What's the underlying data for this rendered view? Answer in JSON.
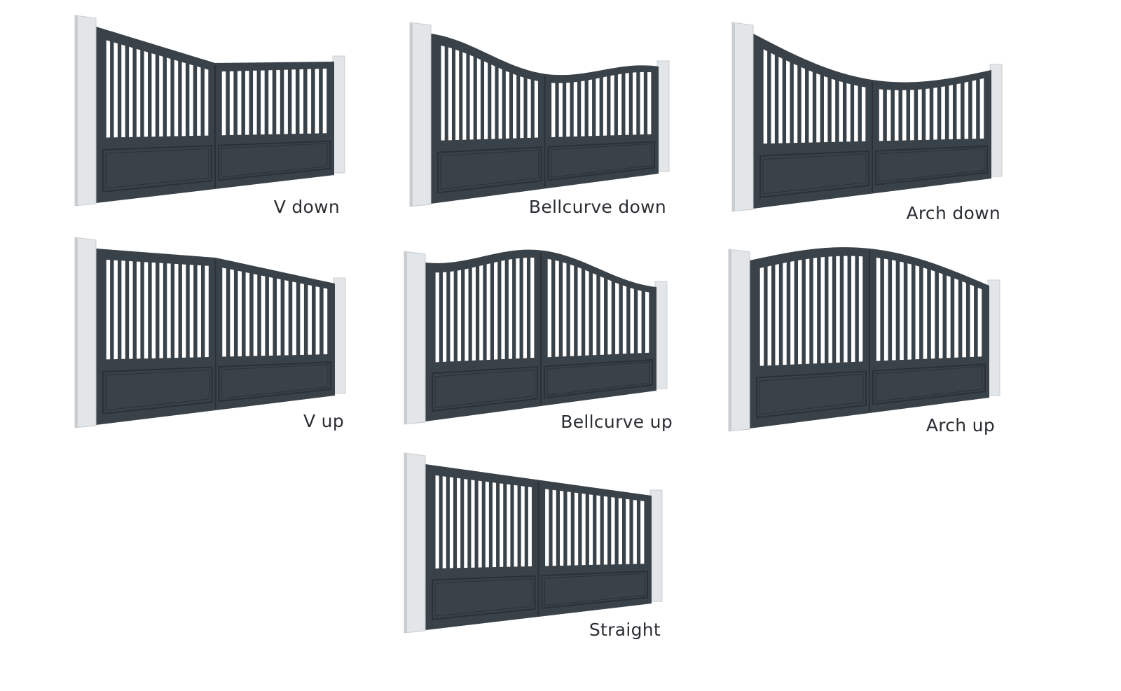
{
  "colors": {
    "gate": "#3a4249",
    "gate_line": "#2a3036",
    "post": "#e3e6e8",
    "post_shade": "#c9cdd0",
    "background": "#ffffff",
    "label": "#2a2e33"
  },
  "gates": [
    {
      "label": "V down",
      "style": "v-down"
    },
    {
      "label": "Bellcurve down",
      "style": "bellcurve-down"
    },
    {
      "label": "Arch down",
      "style": "arch-down"
    },
    {
      "label": "V up",
      "style": "v-up"
    },
    {
      "label": "Bellcurve up",
      "style": "bellcurve-up"
    },
    {
      "label": "Arch up",
      "style": "arch-up"
    },
    {
      "label": "Straight",
      "style": "straight"
    }
  ]
}
